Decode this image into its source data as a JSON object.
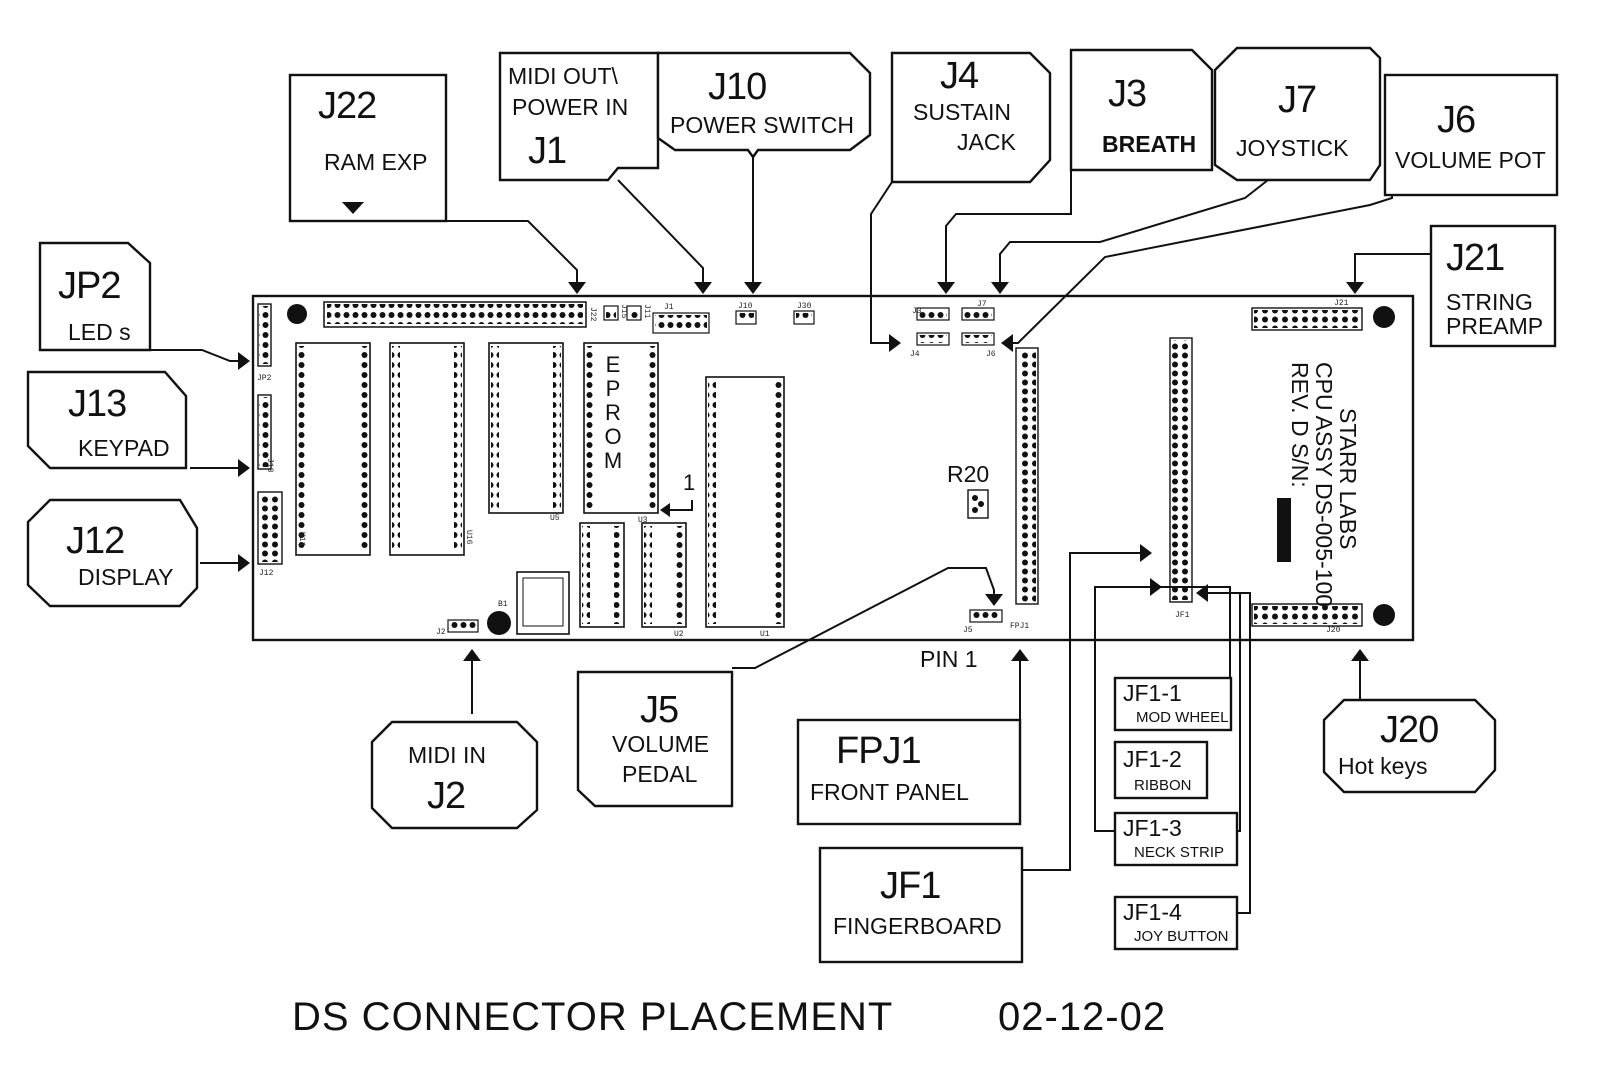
{
  "title": "DS CONNECTOR PLACEMENT",
  "date": "02-12-02",
  "board": {
    "eprom_label": "EPROM",
    "pin_marker": "1",
    "r20": "R20",
    "pin1_label": "PIN 1",
    "silkscreen": [
      "STARR LABS",
      "CPU ASSY DS-005-100",
      "REV. D  S/N:"
    ],
    "small_labels": {
      "jp2": "JP2",
      "j13": "J13",
      "j12": "J12",
      "j22": "J22",
      "j15": "J15",
      "j11": "J11",
      "j1": "J1",
      "j10": "J10",
      "j30": "J30",
      "j3": "J3",
      "j7": "J7",
      "j4": "J4",
      "j6": "J6",
      "j21": "J21",
      "j5": "J5",
      "fpj1": "FPJ1",
      "jf1": "JF1",
      "j20": "J20",
      "j2": "J2",
      "u11": "U11",
      "u16": "U16",
      "u3": "U3",
      "u5": "U5",
      "u2": "U2",
      "u1": "U1",
      "b1": "B1"
    }
  },
  "callouts": {
    "j22": {
      "id": "J22",
      "desc": "RAM EXP"
    },
    "j1": {
      "id": "J1",
      "desc_line1": "MIDI OUT\\",
      "desc_line2": "POWER IN"
    },
    "j10": {
      "id": "J10",
      "desc": "POWER SWITCH"
    },
    "j4": {
      "id": "J4",
      "desc_line1": "SUSTAIN",
      "desc_line2": "JACK"
    },
    "j3": {
      "id": "J3",
      "desc": "BREATH"
    },
    "j7": {
      "id": "J7",
      "desc": "JOYSTICK"
    },
    "j6": {
      "id": "J6",
      "desc": "VOLUME POT"
    },
    "j21": {
      "id": "J21",
      "desc_line1": "STRING",
      "desc_line2": "PREAMP"
    },
    "jp2": {
      "id": "JP2",
      "desc": "LED s"
    },
    "j13": {
      "id": "J13",
      "desc": "KEYPAD"
    },
    "j12": {
      "id": "J12",
      "desc": "DISPLAY"
    },
    "j2": {
      "id": "J2",
      "desc": "MIDI IN"
    },
    "j5": {
      "id": "J5",
      "desc_line1": "VOLUME",
      "desc_line2": "PEDAL"
    },
    "fpj1": {
      "id": "FPJ1",
      "desc": "FRONT PANEL"
    },
    "jf1": {
      "id": "JF1",
      "desc": "FINGERBOARD"
    },
    "j20": {
      "id": "J20",
      "desc": "Hot keys"
    },
    "jf1_1": {
      "id": "JF1-1",
      "desc": "MOD WHEEL"
    },
    "jf1_2": {
      "id": "JF1-2",
      "desc": "RIBBON"
    },
    "jf1_3": {
      "id": "JF1-3",
      "desc": "NECK STRIP"
    },
    "jf1_4": {
      "id": "JF1-4",
      "desc": "JOY BUTTON"
    }
  }
}
